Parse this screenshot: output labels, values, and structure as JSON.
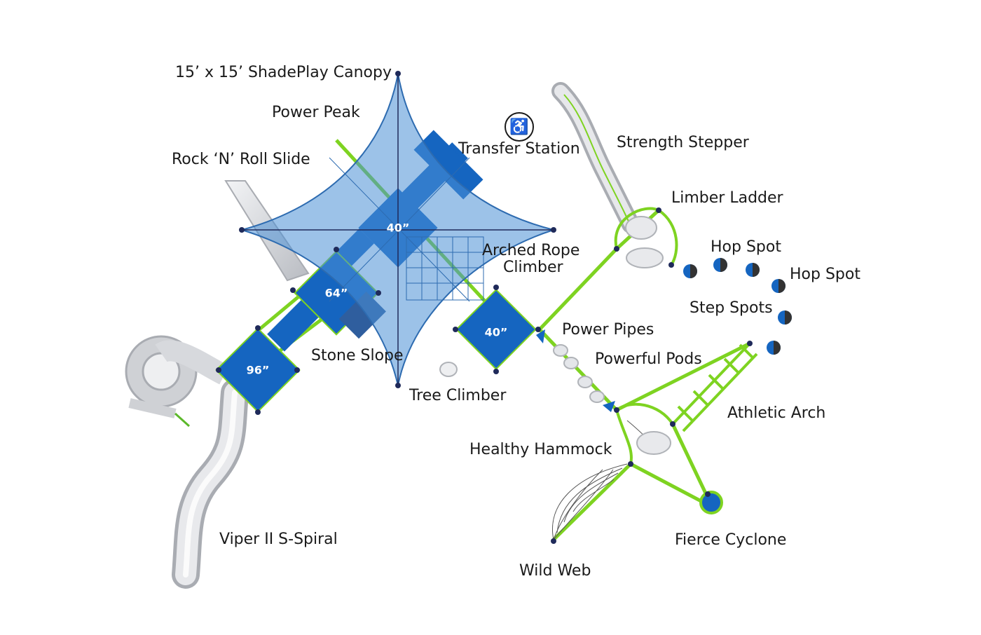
{
  "labels": {
    "canopy": "15’ x 15’ ShadePlay Canopy",
    "power_peak": "Power Peak",
    "rock_n_roll_slide": "Rock ‘N’ Roll Slide",
    "transfer_station": "Transfer Station",
    "strength_stepper": "Strength Stepper",
    "limber_ladder": "Limber Ladder",
    "hop_spot_1": "Hop Spot",
    "hop_spot_2": "Hop Spot",
    "arched_rope_climber_1": "Arched Rope",
    "arched_rope_climber_2": "Climber",
    "step_spots": "Step Spots",
    "power_pipes": "Power Pipes",
    "powerful_pods": "Powerful Pods",
    "stone_slope": "Stone Slope",
    "tree_climber": "Tree Climber",
    "athletic_arch": "Athletic Arch",
    "healthy_hammock": "Healthy Hammock",
    "viper_s_spiral": "Viper II S-Spiral",
    "fierce_cyclone": "Fierce Cyclone",
    "wild_web": "Wild Web"
  },
  "decks": {
    "deck_top": "40”",
    "deck_mid": "64”",
    "deck_right": "40”",
    "deck_left": "96”"
  },
  "icons": {
    "accessibility": "wheelchair-icon"
  },
  "colors": {
    "deck_blue": "#1565c0",
    "canopy_blue": "#4a8fd6",
    "frame_green": "#7ed321",
    "slide_gray": "#d6d8dc",
    "post_navy": "#1f2a5a"
  }
}
